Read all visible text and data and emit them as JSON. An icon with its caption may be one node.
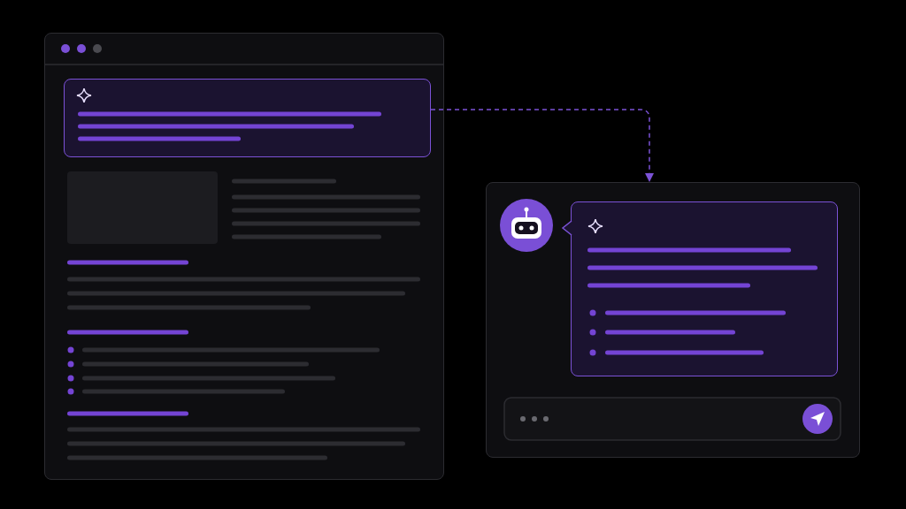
{
  "diagram": {
    "nodes": [
      {
        "text": [],
        "shape": "box"
      },
      {
        "text": [],
        "shape": "box",
        "in": 0
      },
      {
        "text": [],
        "shape": "box"
      },
      {
        "text": [],
        "shape": "box",
        "in": 2
      }
    ],
    "edges": [
      {
        "from": 1,
        "to": 2,
        "arrow": "to",
        "style": "dashed"
      }
    ]
  }
}
